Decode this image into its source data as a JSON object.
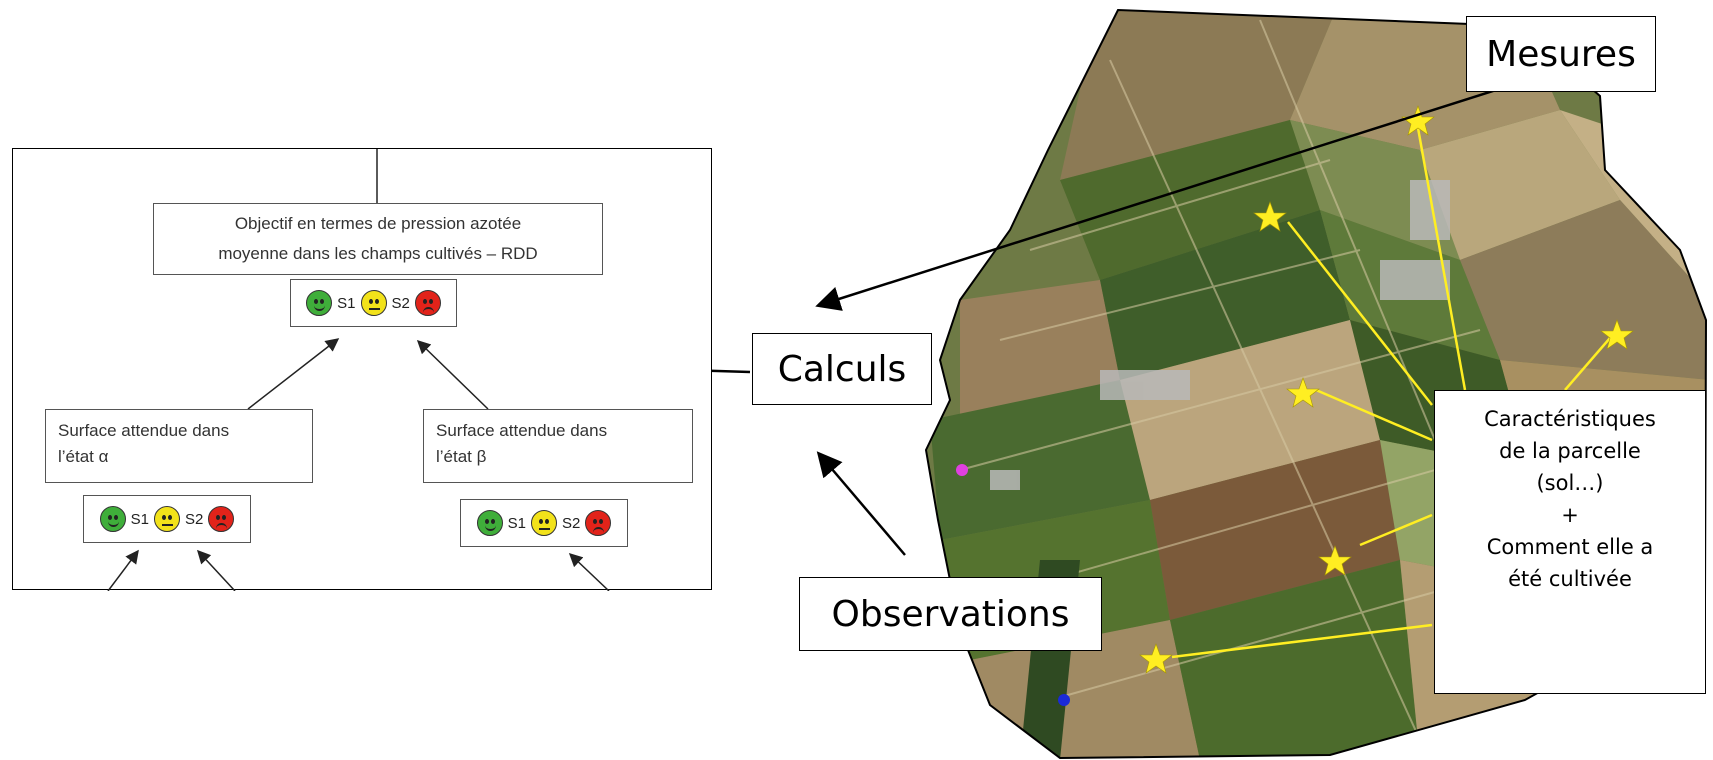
{
  "tree": {
    "top_box": {
      "line1": "Objectif en termes de pression azotée",
      "line2": "moyenne dans les champs cultivés – RDD"
    },
    "left_box": {
      "line1": "Surface attendue dans",
      "line2": "l’état α"
    },
    "right_box": {
      "line1": "Surface attendue dans",
      "line2": "l’état β"
    },
    "scale": {
      "s1": "S1",
      "s2": "S2"
    },
    "face_icons": [
      "happy-face-icon",
      "neutral-face-icon",
      "sad-face-icon"
    ]
  },
  "labels": {
    "mesures": "Mesures",
    "calculs": "Calculs",
    "observations": "Observations"
  },
  "characteristics": {
    "line1": "Caractéristiques",
    "line2": "de la parcelle",
    "line3": "(sol…)",
    "line4": "+",
    "line5": "Comment elle a",
    "line6": "été cultivée"
  },
  "colors": {
    "face_green": "#3fae3a",
    "face_yellow": "#f2e21a",
    "face_red": "#e2231a",
    "star": "#ffee22",
    "pointer_line": "#ffee22"
  }
}
